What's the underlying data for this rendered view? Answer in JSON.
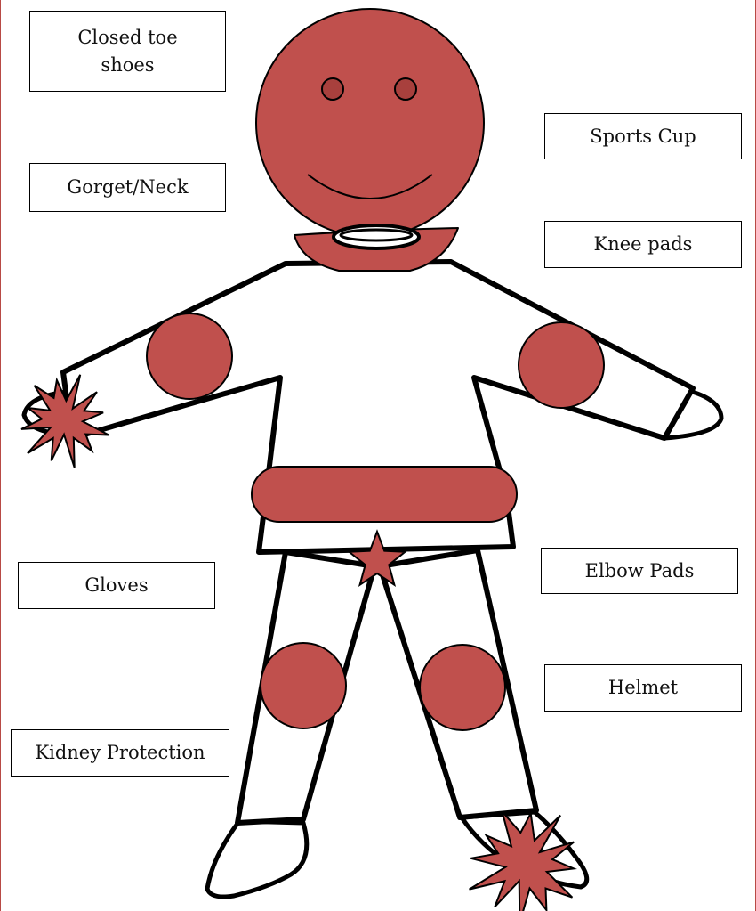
{
  "colors": {
    "pad": "#c0504d",
    "pad_dark": "#a8403d",
    "outline": "#000000",
    "background": "#ffffff"
  },
  "labels": {
    "closed_toe_shoes": "Closed toe shoes",
    "gorget_neck": "Gorget/Neck",
    "sports_cup": "Sports Cup",
    "knee_pads": "Knee pads",
    "gloves": "Gloves",
    "elbow_pads": "Elbow Pads",
    "helmet": "Helmet",
    "kidney_protection": "Kidney Protection"
  }
}
